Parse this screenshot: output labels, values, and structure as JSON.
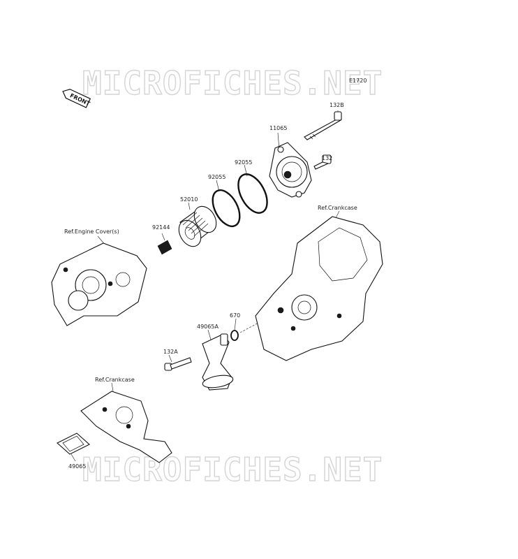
{
  "watermark": {
    "top": "MICROFICHES.NET",
    "bottom": "MICROFICHES.NET"
  },
  "diagram_code": "E1720",
  "front_arrow": "FRONT",
  "labels": {
    "p132b": "132B",
    "p11065": "11065",
    "p132": "132",
    "p92055a": "92055",
    "p92055b": "92055",
    "p52010": "52010",
    "p92144": "92144",
    "ref_engine_cover": "Ref.Engine Cover(s)",
    "ref_crankcase_top": "Ref.Crankcase",
    "p670": "670",
    "p49065a": "49065A",
    "p132a": "132A",
    "ref_crankcase_bottom": "Ref.Crankcase",
    "p49065": "49065"
  }
}
